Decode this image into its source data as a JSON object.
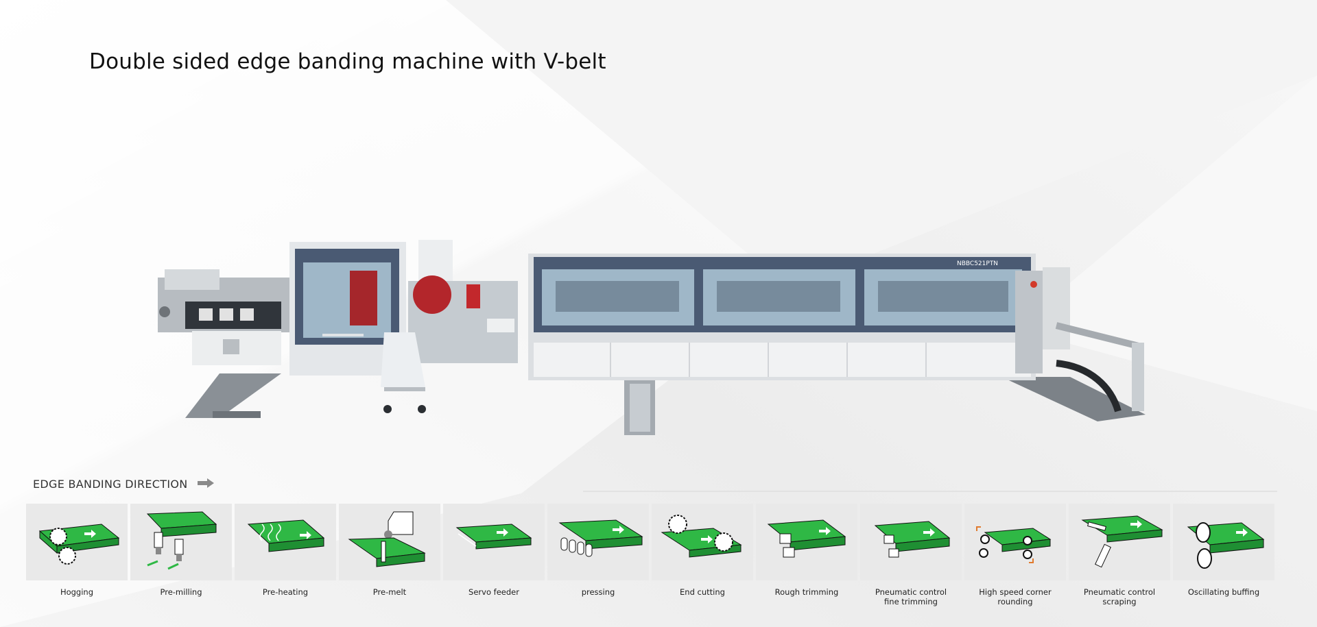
{
  "page": {
    "title": "Double sided edge banding machine with V-belt"
  },
  "machine": {
    "model_label": "NBBC521PTN",
    "body_color": "#dcdfe2",
    "panel_color": "#4a5a73",
    "window_color": "#9fb7c8"
  },
  "direction": {
    "label": "EDGE BANDING DIRECTION",
    "icon": "arrow-right-icon"
  },
  "colors": {
    "accent_green": "#2fb845",
    "tile_bg": "#e9e9e9"
  },
  "steps": [
    {
      "label_1": "Hogging",
      "label_2": "",
      "icon": "hogging-icon"
    },
    {
      "label_1": "Pre-milling",
      "label_2": "",
      "icon": "pre-milling-icon"
    },
    {
      "label_1": "Pre-heating",
      "label_2": "",
      "icon": "pre-heating-icon"
    },
    {
      "label_1": "Pre-melt",
      "label_2": "",
      "icon": "pre-melt-icon"
    },
    {
      "label_1": "Servo feeder",
      "label_2": "",
      "icon": "servo-feeder-icon"
    },
    {
      "label_1": "pressing",
      "label_2": "",
      "icon": "pressing-icon"
    },
    {
      "label_1": "End cutting",
      "label_2": "",
      "icon": "end-cutting-icon"
    },
    {
      "label_1": "Rough trimming",
      "label_2": "",
      "icon": "rough-trimming-icon"
    },
    {
      "label_1": "Pneumatic control",
      "label_2": "fine trimming",
      "icon": "fine-trimming-icon"
    },
    {
      "label_1": "High speed corner",
      "label_2": "rounding",
      "icon": "corner-rounding-icon"
    },
    {
      "label_1": "Pneumatic control",
      "label_2": "scraping",
      "icon": "scraping-icon"
    },
    {
      "label_1": "Oscillating buffing",
      "label_2": "",
      "icon": "buffing-icon"
    }
  ]
}
